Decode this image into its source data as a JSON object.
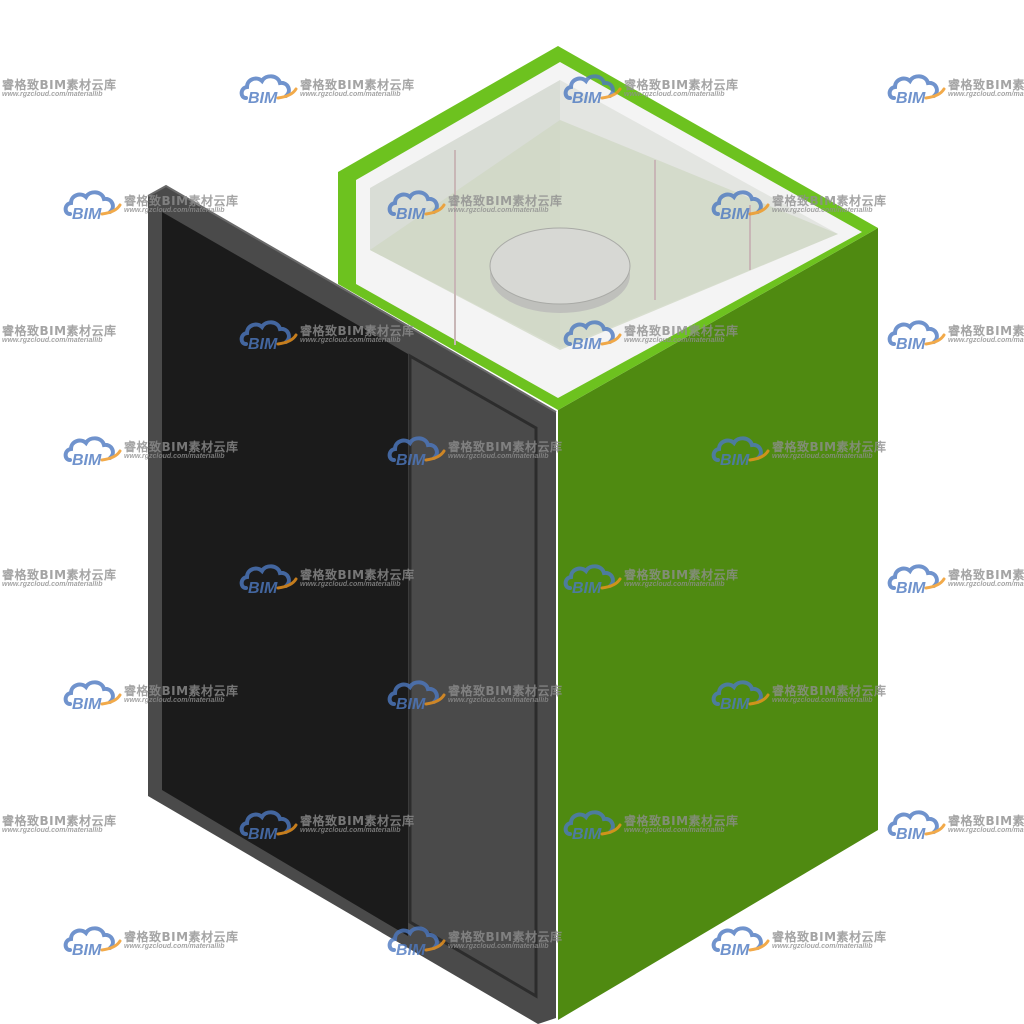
{
  "watermark": {
    "logo_text": "BIM",
    "brand": "睿格致BIM素材云库",
    "url": "www.rgzcloud.com/materiallib",
    "logo_colors": {
      "cloud": "#4d79c1",
      "swoosh": "#f0961e",
      "text": "#8e8e8e"
    }
  },
  "model": {
    "colors": {
      "wall_green": "#4f8a11",
      "wall_green_light": "#6dc21f",
      "inner_glass": "#d9ddd6",
      "inner_white": "#f4f4f4",
      "door_black": "#1b1b1b",
      "door_frame": "#4a4a4a",
      "red_strip": "#8b3a1e",
      "disc": "#d7d8d4"
    }
  }
}
